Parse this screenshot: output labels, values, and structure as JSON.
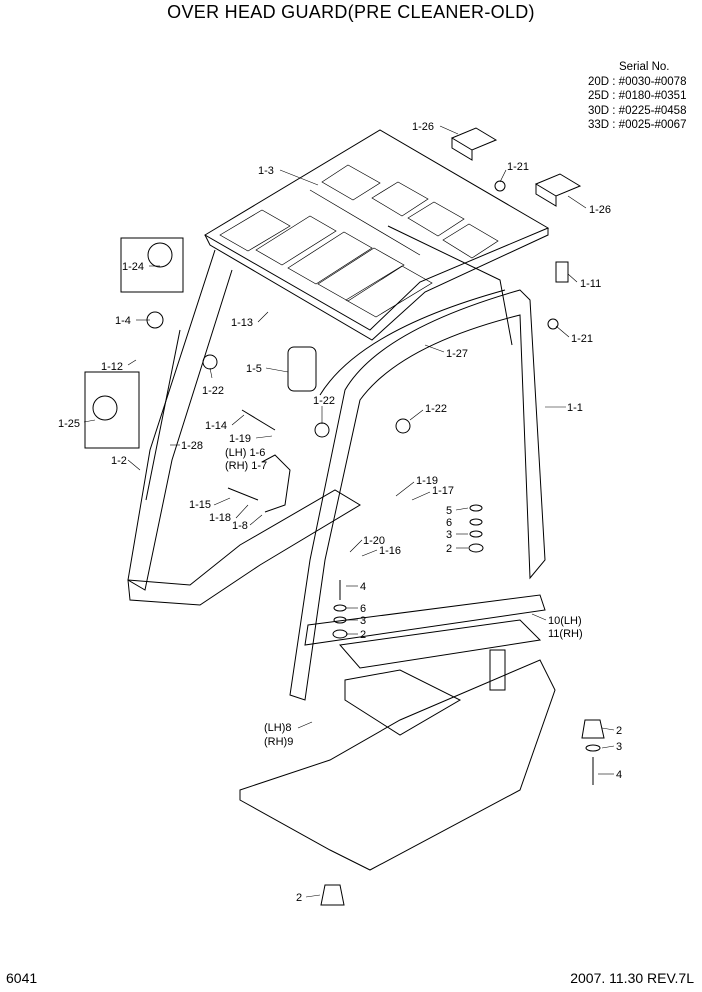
{
  "title": "OVER HEAD GUARD(PRE CLEANER-OLD)",
  "serial": {
    "header": "Serial No.",
    "lines": [
      "20D : #0030-#0078",
      "25D : #0180-#0351",
      "30D : #0225-#0458",
      "33D : #0025-#0067"
    ]
  },
  "footer": {
    "page_number": "6041",
    "revision": "2007. 11.30  REV.7L"
  },
  "callouts": [
    "1-26",
    "1-3",
    "1-21",
    "1-26",
    "1-24",
    "1-11",
    "1-4",
    "1-13",
    "1-21",
    "1-12",
    "1-27",
    "1-5",
    "1-22",
    "1-25",
    "1-1",
    "1-22",
    "1-22",
    "1-14",
    "1-19",
    "(LH) 1-6",
    "(RH) 1-7",
    "1-28",
    "1-2",
    "1-19",
    "1-17",
    "1-15",
    "1-18",
    "5",
    "6",
    "1-8",
    "3",
    "1-20",
    "2",
    "1-16",
    "4",
    "6",
    "10(LH)",
    "3",
    "11(RH)",
    "2",
    "(LH)8",
    "(RH)9",
    "2",
    "3",
    "4",
    "2"
  ]
}
